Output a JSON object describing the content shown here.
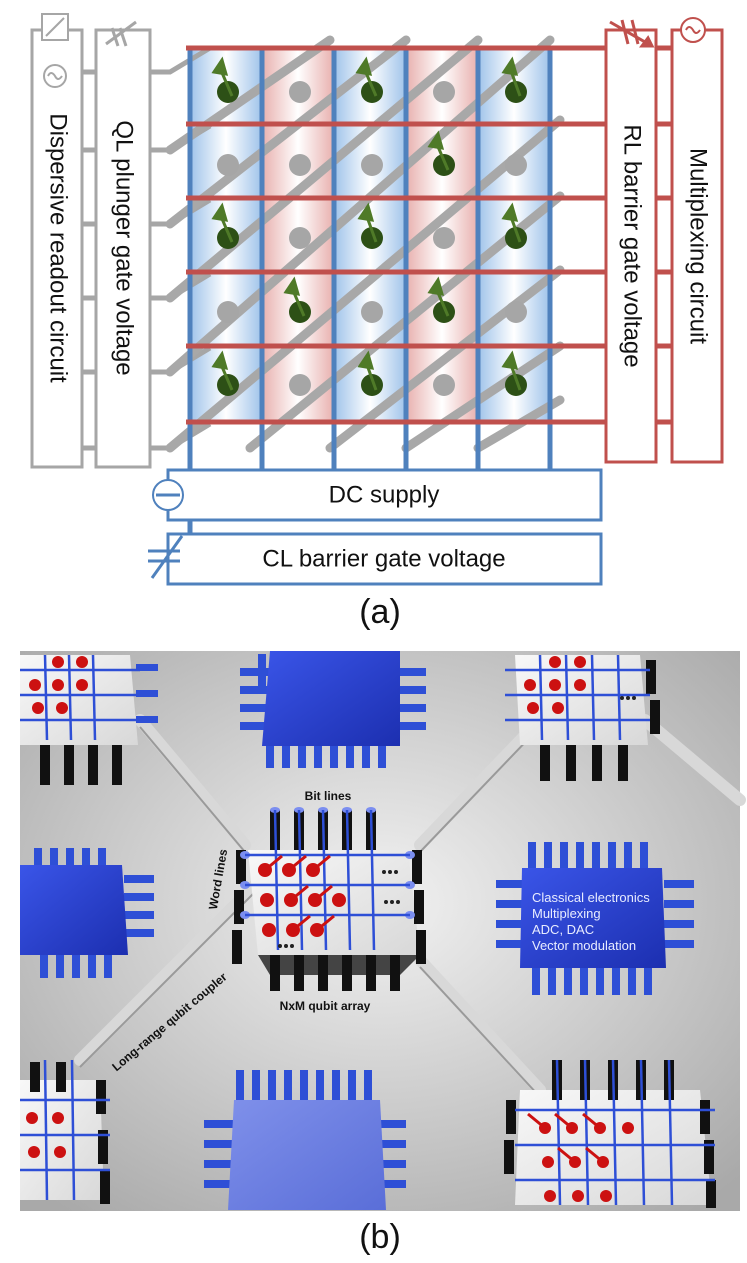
{
  "panel_a": {
    "caption": "(a)",
    "labels": {
      "dispersive_readout": "Dispersive readout circuit",
      "ql_plunger": "QL plunger gate voltage",
      "rl_barrier": "RL barrier gate voltage",
      "multiplexing": "Multiplexing circuit",
      "dc_supply": "DC supply",
      "cl_barrier": "CL barrier gate voltage"
    },
    "colors": {
      "row_lines": "#c0504d",
      "column_lines": "#4f81bd",
      "readout_lines": "#a6a6a6",
      "qubit": "#2d5016",
      "spin_arrow": "#4f7a28"
    }
  },
  "panel_b": {
    "caption": "(b)",
    "labels": {
      "bit_lines": "Bit lines",
      "word_lines": "Word lines",
      "qubit_array": "NxM qubit array",
      "coupler": "Long-range qubit coupler",
      "classical": [
        "Classical electronics",
        "Multiplexing",
        "ADC, DAC",
        "Vector modulation"
      ]
    },
    "colors": {
      "background": "#c9c9c9",
      "chip": "#2a3fd0",
      "pin_blue": "#2e4fd6",
      "pin_black": "#111111",
      "spin": "#cc1111"
    }
  }
}
